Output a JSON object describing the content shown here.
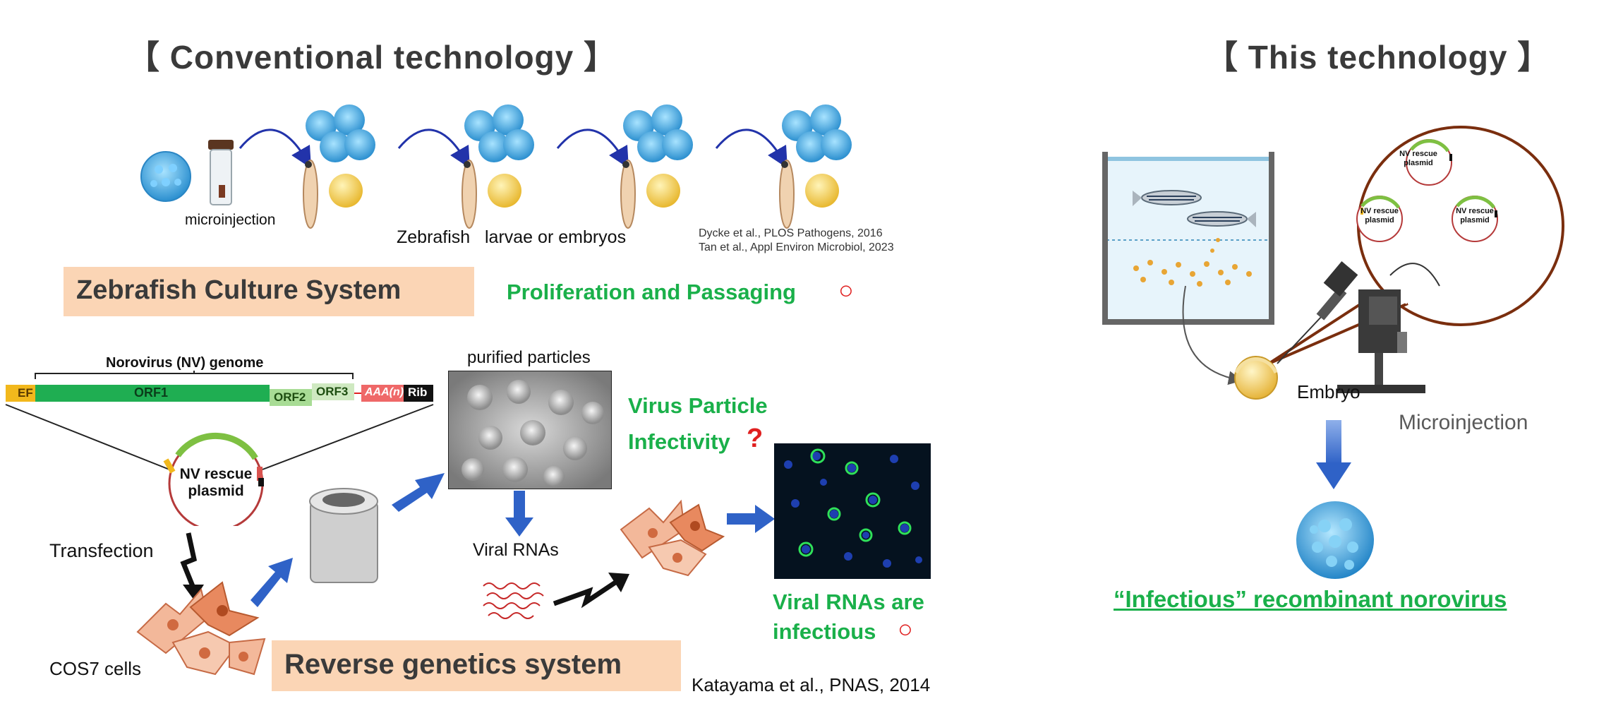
{
  "conventional": {
    "header": "【 Conventional technology 】",
    "microinjection": "microinjection",
    "zebrafish": "Zebrafish",
    "larvae": "larvae or embryos",
    "ref1": "Dycke et al., PLOS Pathogens, 2016",
    "ref2": "Tan et al., Appl Environ Microbiol, 2023",
    "culture_system": "Zebrafish Culture System",
    "proliferation": "Proliferation and Passaging",
    "circle_mark": "○",
    "genome_title": "Norovirus (NV) genome",
    "genome": {
      "ef": "EF",
      "orf1": "ORF1",
      "orf2": "ORF2",
      "orf3": "ORF3",
      "polya": "AAA(n)",
      "rib": "Rib"
    },
    "plasmid_line1": "NV rescue",
    "plasmid_line2": "plasmid",
    "transfection": "Transfection",
    "cos7": "COS7 cells",
    "purified": "purified particles",
    "virus_particle": "Virus Particle",
    "infectivity": "Infectivity",
    "question_mark": "?",
    "viral_rnas": "Viral RNAs",
    "viral_rnas_are": "Viral RNAs are",
    "infectious": "infectious",
    "reverse_genetics": "Reverse genetics system",
    "ref3": "Katayama et al., PNAS, 2014"
  },
  "this_tech": {
    "header": "【 This technology 】",
    "plasmid_line1": "NV rescue",
    "plasmid_line2": "plasmid",
    "embryo": "Embryo",
    "microinjection": "Microinjection",
    "result": "“Infectious” recombinant norovirus"
  },
  "colors": {
    "green": "#1ab04a",
    "peach": "#fbd5b5",
    "blue_arrow": "#2f62c7",
    "red": "#e02020",
    "virus_blue": "#3aa7e0",
    "speech_brown": "#7a2e0e"
  }
}
